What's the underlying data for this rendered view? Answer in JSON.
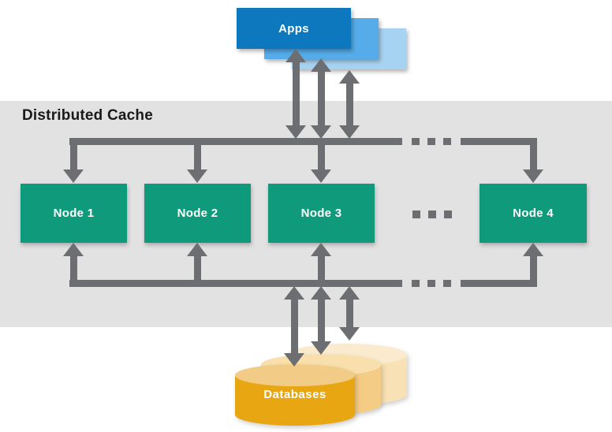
{
  "diagram": {
    "title": "Distributed Cache",
    "apps": {
      "label": "Apps"
    },
    "nodes": [
      {
        "label": "Node 1"
      },
      {
        "label": "Node 2"
      },
      {
        "label": "Node 3"
      },
      {
        "label": "Node 4"
      }
    ],
    "databases": {
      "label": "Databases"
    },
    "colors": {
      "app_front_blue": "#0d78be",
      "app_mid_blue": "#55ace8",
      "app_back_blue": "#a7d3f2",
      "node_green": "#0f9b7b",
      "db_front_gold": "#e8a613",
      "db_front_top": "#f2cc86",
      "db_mid_gold": "#f5cc85",
      "db_back_gold": "#f8e1b4",
      "band_gray": "#e2e2e3",
      "arrow_gray": "#6d6e71",
      "title_text": "#1a1a1a",
      "label_text": "#ffffff"
    }
  }
}
